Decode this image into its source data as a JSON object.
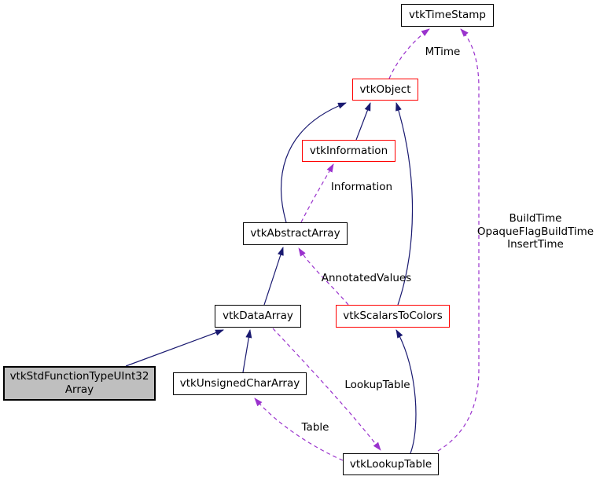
{
  "diagram": {
    "type": "class-collaboration-graph",
    "nodes": {
      "timestamp": {
        "label": "vtkTimeStamp"
      },
      "object": {
        "label": "vtkObject"
      },
      "information": {
        "label": "vtkInformation"
      },
      "abstract_array": {
        "label": "vtkAbstractArray"
      },
      "data_array": {
        "label": "vtkDataArray"
      },
      "scalars_to_colors": {
        "label": "vtkScalarsToColors"
      },
      "std_function_array": {
        "lines": [
          "vtkStdFunctionTypeUInt32",
          "Array"
        ]
      },
      "unsigned_char_array": {
        "label": "vtkUnsignedCharArray"
      },
      "lookup_table": {
        "label": "vtkLookupTable"
      }
    },
    "edge_labels": {
      "mtime": "MTime",
      "information": "Information",
      "annotated_values": "AnnotatedValues",
      "build_time_lines": [
        "BuildTime",
        "OpaqueFlagBuildTime",
        "InsertTime"
      ],
      "lookup_table": "LookupTable",
      "table": "Table"
    },
    "edges": [
      {
        "from": "vtkInformation",
        "to": "vtkObject",
        "style": "inheritance"
      },
      {
        "from": "vtkAbstractArray",
        "to": "vtkObject",
        "style": "inheritance"
      },
      {
        "from": "vtkScalarsToColors",
        "to": "vtkObject",
        "style": "inheritance"
      },
      {
        "from": "vtkDataArray",
        "to": "vtkAbstractArray",
        "style": "inheritance"
      },
      {
        "from": "vtkStdFunctionTypeUInt32Array",
        "to": "vtkDataArray",
        "style": "inheritance"
      },
      {
        "from": "vtkUnsignedCharArray",
        "to": "vtkDataArray",
        "style": "inheritance"
      },
      {
        "from": "vtkLookupTable",
        "to": "vtkScalarsToColors",
        "style": "inheritance"
      },
      {
        "from": "vtkObject",
        "to": "vtkTimeStamp",
        "style": "usage",
        "label": "MTime"
      },
      {
        "from": "vtkLookupTable",
        "to": "vtkTimeStamp",
        "style": "usage",
        "label": "BuildTime OpaqueFlagBuildTime InsertTime"
      },
      {
        "from": "vtkAbstractArray",
        "to": "vtkInformation",
        "style": "usage",
        "label": "Information"
      },
      {
        "from": "vtkScalarsToColors",
        "to": "vtkAbstractArray",
        "style": "usage",
        "label": "AnnotatedValues"
      },
      {
        "from": "vtkDataArray",
        "to": "vtkLookupTable",
        "style": "usage",
        "label": "LookupTable"
      },
      {
        "from": "vtkLookupTable",
        "to": "vtkUnsignedCharArray",
        "style": "usage",
        "label": "Table"
      }
    ],
    "colors": {
      "inheritance_edge": "#191970",
      "usage_edge": "#9a32cd",
      "highlight_border": "#ff0000",
      "node_border": "#000000",
      "selected_node_fill": "#bfbfbf",
      "node_fill": "#ffffff",
      "background": "#ffffff",
      "text": "#000000"
    }
  }
}
